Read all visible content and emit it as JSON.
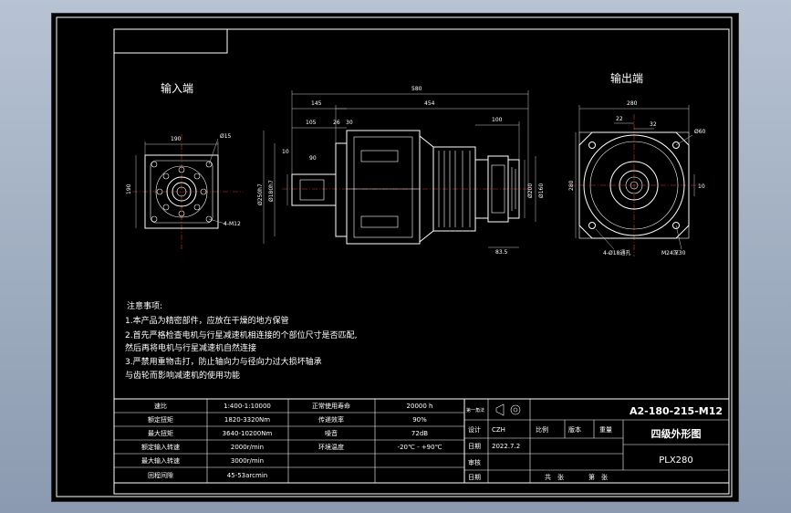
{
  "labels": {
    "input_end": "输入端",
    "output_end": "输出端"
  },
  "input_view_dims": {
    "width": "190",
    "bolt_holes": "4-M12",
    "height": "190",
    "pitch": "Ø15"
  },
  "side_view_dims": {
    "overall": "580",
    "body": "454",
    "shaft_len": "145",
    "d105": "105",
    "d26": "26",
    "d30": "30",
    "out_len": "100",
    "d10": "10",
    "d90": "90",
    "spigot": "Ø250h7",
    "shaft_dia": "Ø180h7",
    "flange_a": "Ø200",
    "flange_b": "Ø160",
    "key": "83.5"
  },
  "output_view_dims": {
    "width": "280",
    "d22": "22",
    "d32": "32",
    "pcd": "Ø60",
    "side": "280",
    "h10": "10",
    "holes": "4-Ø18通孔",
    "thread": "M24深30"
  },
  "notes": {
    "heading": "注意事项:",
    "line1": "1.本产品为精密部件，应放在干燥的地方保管",
    "line2": "2.首先严格检查电机与行星减速机相连接的个部位尺寸是否匹配,",
    "line3": "然后再将电机与行星减速机自然连接",
    "line4": "3.严禁用重物击打，防止轴向力与径向力过大损坏轴承",
    "line5": "与齿轮而影响减速机的使用功能"
  },
  "spec_table": {
    "rows": [
      [
        "速比",
        "1:400-1:10000",
        "正常使用寿命",
        "20000 h"
      ],
      [
        "额定扭矩",
        "1820-3320Nm",
        "传递效率",
        "90%"
      ],
      [
        "最大扭矩",
        "3640-10200Nm",
        "噪音",
        "72dB"
      ],
      [
        "额定输入转速",
        "2000r/min",
        "环境温度",
        "-20℃ - +90℃"
      ],
      [
        "最大输入转速",
        "3000r/min",
        "",
        ""
      ],
      [
        "回程间隙",
        "45-53arcmin",
        "",
        ""
      ]
    ]
  },
  "title_block": {
    "projection_label": "第一角法",
    "design_label": "设计",
    "designer": "CZH",
    "date_label": "日期",
    "date": "2022.7.2",
    "review_label": "审核",
    "date_label2": "日期",
    "ratio_label": "比例",
    "version_label": "版本",
    "weight_label": "重量",
    "sheet_total": "共　张",
    "sheet_no": "第　张",
    "drawing_no": "A2-180-215-M12",
    "drawing_title": "四级外形图",
    "model": "PLX280"
  }
}
